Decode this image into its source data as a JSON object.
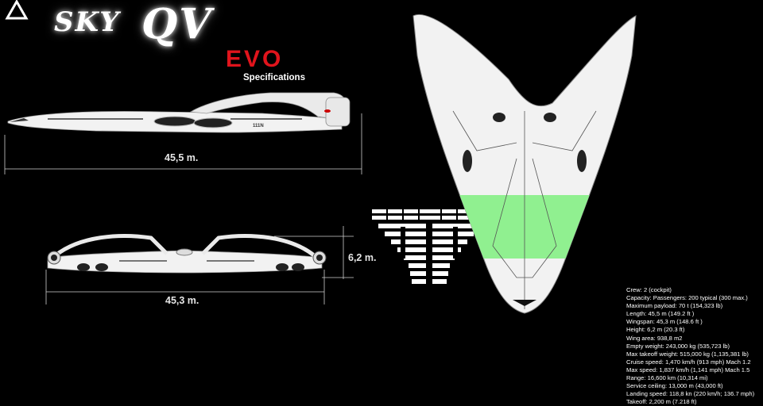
{
  "logo": {
    "word_sky": "SKY",
    "word_qv": "QV",
    "word_evo": "EVO",
    "subtitle": "Specifications"
  },
  "dimensions": {
    "length": "45,5 m.",
    "wingspan": "45,3 m.",
    "height": "6,2 m."
  },
  "aircraft_marking": "111N",
  "specs": [
    "Crew: 2 (cockpit)",
    "Capacity: Passengers: 200 typical (300 max.)",
    "Maximum payload: 70 t (154,323 lb)",
    "Length: 45,5 m (149.2 ft )",
    "Wingspan: 45,3 m (148.6 ft )",
    "Height: 6,2 m (20.3 ft)",
    "Wing area: 938,8 m2",
    "Empty weight: 243,000 kg (535,723 lb)",
    "Max takeoff weight: 515,000 kg (1,135,381 lb)",
    "Cruise speed: 1,470 km/h (913 mph) Mach 1.2",
    "Max speed:  1,837 km/h (1,141 mph) Mach 1.5",
    "Range: 16,600 km (10,314 mi)",
    "Service ceiling: 13,000 m (43,000 ft)",
    "Landing speed: 118,8 kn (220 km/h; 136.7 mph)",
    "Takeoff: 2,200 m (7.218 ft)"
  ],
  "colors": {
    "background": "#000000",
    "accent_red": "#e0141c",
    "seating_zone": "#90f090",
    "aircraft_white": "#f2f2f2"
  }
}
